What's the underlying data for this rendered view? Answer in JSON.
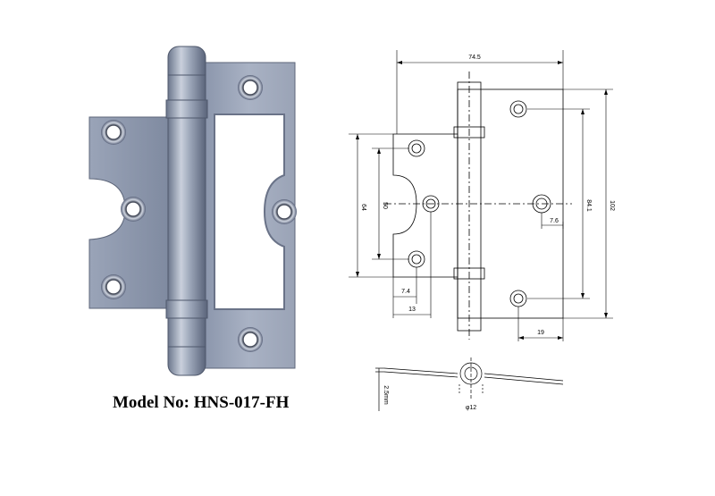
{
  "caption": "Model No: HNS-017-FH",
  "dimensions": {
    "overall_width": "74.5",
    "left_height": "64",
    "left_inner": "50",
    "right_inner": "84.1",
    "total_height": "102",
    "right_offset": "7.6",
    "left_offset_small": "7.4",
    "left_offset": "13",
    "right_bottom": "19",
    "thickness": "2.5mm",
    "knuckle_diameter": "φ12"
  },
  "colors": {
    "steel_light": "#b9c2d1",
    "steel_mid": "#8f9bb0",
    "steel_dark": "#5f6a80",
    "line": "#000000"
  }
}
